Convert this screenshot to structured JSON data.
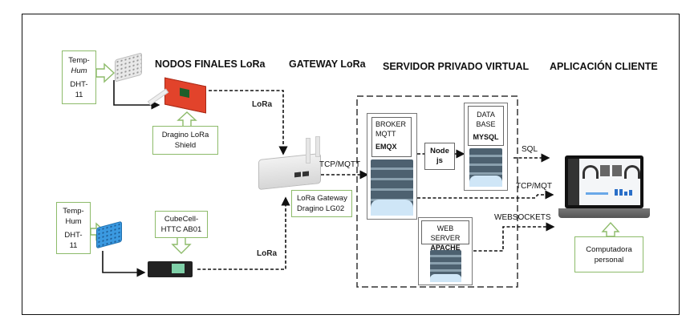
{
  "headings": {
    "end_nodes": "NODOS FINALES LoRa",
    "gateway": "GATEWAY LoRa",
    "vps": "SERVIDOR PRIVADO VIRTUAL",
    "client": "APLICACIÓN CLIENTE"
  },
  "sensors": [
    {
      "line1": "Temp-",
      "line2": "Hum",
      "line3": "DHT-",
      "line4": "11",
      "color": "#e8e8e8"
    },
    {
      "line1": "Temp-",
      "line2": "Hum",
      "line3": "DHT-",
      "line4": "11",
      "color": "#3b9ae1"
    }
  ],
  "nodes": [
    {
      "line1": "Dragino LoRa",
      "line2": "Shield"
    },
    {
      "line1": "CubeCell-",
      "line2": "HTTC AB01"
    }
  ],
  "lora_badges": [
    "LoRa",
    "LoRa"
  ],
  "gateway": {
    "line1": "LoRa Gateway",
    "line2": "Dragino LG02"
  },
  "links": {
    "gateway_to_broker": "TCP/MQTT",
    "db_to_client": "SQL",
    "broker_to_client": "TCP/MQT",
    "web_to_client": "WEBSOCKETS"
  },
  "broker": {
    "line1": "BROKER",
    "line2": "MQTT",
    "name": "EMQX"
  },
  "node_js": {
    "line1": "Node",
    "line2": "js"
  },
  "database": {
    "line1": "DATA",
    "line2": "BASE",
    "name": "MYSQL"
  },
  "web_server": {
    "line1": "WEB SERVER",
    "name": "APACHE"
  },
  "client": {
    "line1": "Computadora",
    "line2": "personal"
  },
  "colors": {
    "callout_border": "#8dbb6a",
    "server_cloud": "#cfe6f7",
    "shield_red": "#e2432b",
    "lora_glow": "#9fd3ef"
  }
}
